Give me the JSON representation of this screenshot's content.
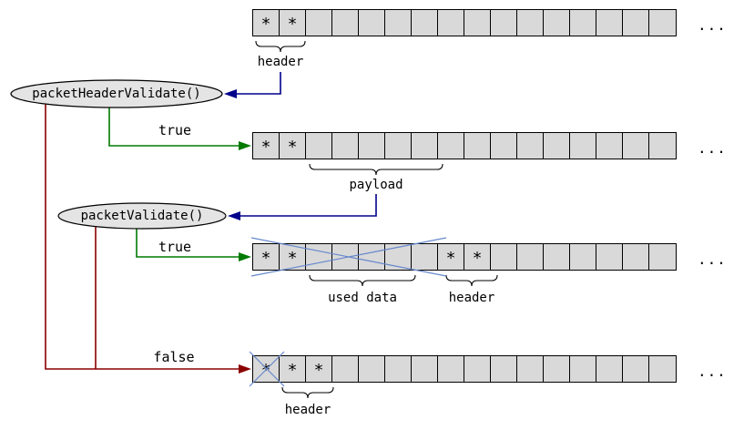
{
  "diagram": {
    "cells_per_row": 16,
    "star_symbol": "*",
    "functions": [
      {
        "label": "packetHeaderValidate()"
      },
      {
        "label": "packetValidate()"
      }
    ],
    "branch_labels": {
      "header_validate_true": "true",
      "packet_validate_true": "true",
      "validate_false": "false"
    },
    "annotations": {
      "row1_header": "header",
      "row2_payload": "payload",
      "row3_used_data": "used data",
      "row3_header": "header",
      "row4_header": "header"
    },
    "rows": [
      {
        "stars": [
          0,
          1
        ],
        "ellipsis": "..."
      },
      {
        "stars": [
          0,
          1
        ],
        "ellipsis": "..."
      },
      {
        "stars": [
          0,
          1,
          7,
          8
        ],
        "ellipsis": "..."
      },
      {
        "stars": [
          0,
          1,
          2
        ],
        "ellipsis": "..."
      }
    ],
    "colors": {
      "cell_fill": "#d9d9d9",
      "stroke": "#000000",
      "ellipse_fill": "#e4e4e4",
      "arrow_blue": "#00008b",
      "arrow_green": "#007a00",
      "arrow_red": "#8b0000",
      "cross": "#6688cc"
    }
  }
}
